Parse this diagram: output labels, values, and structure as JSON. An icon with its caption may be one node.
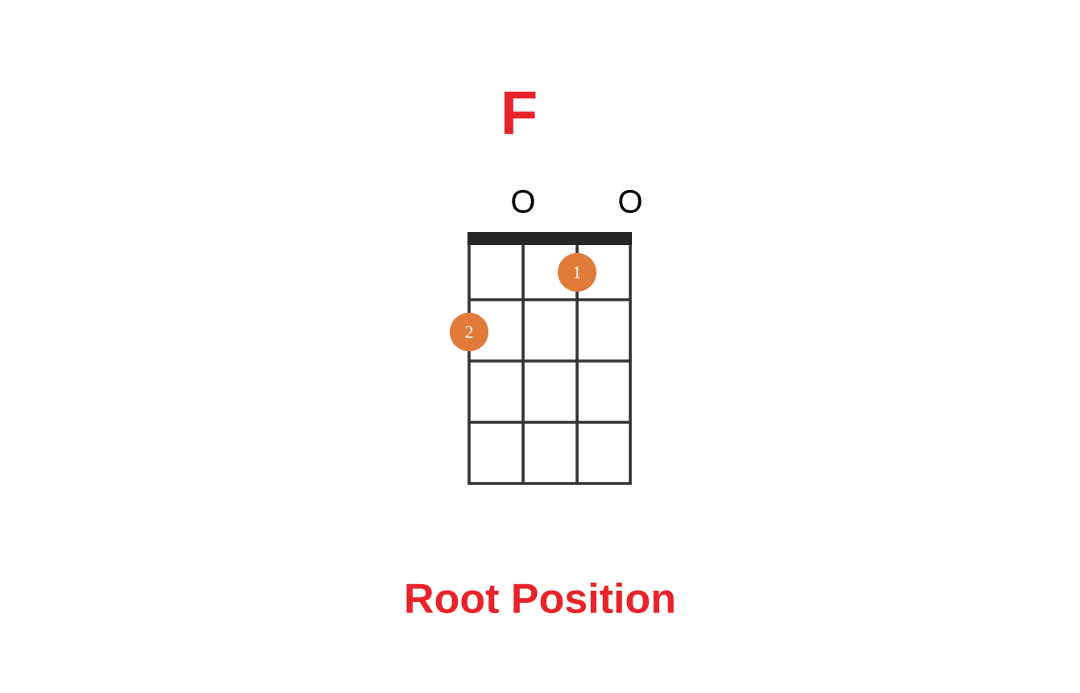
{
  "diagram": {
    "title": "F",
    "caption": "Root Position",
    "nodes": [
      {
        "text": [
          "1"
        ]
      },
      {
        "text": [
          "2"
        ]
      }
    ],
    "labels": [
      "O",
      "O"
    ]
  }
}
